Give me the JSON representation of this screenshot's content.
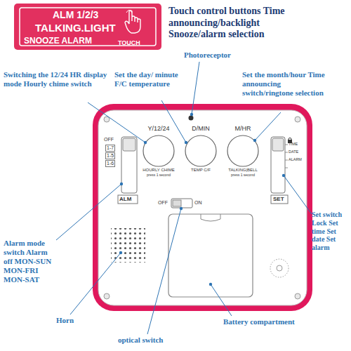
{
  "diagram": {
    "nodes": [
      {
        "text": [
          "ALM 1/2/3",
          "TALKING.LIGHT",
          "SNOOZE ALARM",
          "TOUCH"
        ]
      },
      {
        "text": [
          "Y/12/24",
          "HOURLY CHIME",
          "press 1 second"
        ]
      },
      {
        "text": [
          "D/MIN",
          "TEMP C/F"
        ]
      },
      {
        "text": [
          "M/HR",
          "TALKING|BELL",
          "press 1 second"
        ]
      },
      {
        "text": [
          "OFF",
          "1-7",
          "1-5",
          "1-6",
          "ALM"
        ]
      },
      {
        "text": [
          "TIME",
          "DATE",
          "ALARM",
          "SET"
        ]
      },
      {
        "text": [
          "OFF",
          "ON"
        ]
      }
    ],
    "labels": [
      "Touch control buttons Time announcing/backlight Snooze/alarm selection",
      "Switching the 12/24 HR display mode Hourly chime switch",
      "Set the day/ minute F/C temperature",
      "Photoreceptor",
      "Set the month/hour Time announcing switch/ringtone selection",
      "Alarm mode switch Alarm off MON-SUN MON-FRI MON-SAT",
      "Horn",
      "Battery compartment",
      "optical switch",
      "Set switch Lock Set time Set date Set alarm"
    ]
  }
}
